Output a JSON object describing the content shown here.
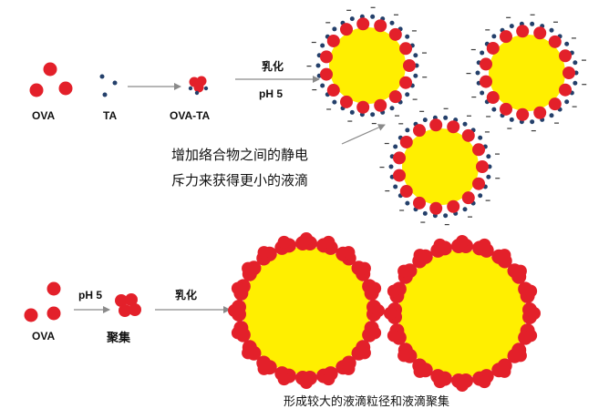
{
  "colors": {
    "protein_red": "#e3202a",
    "oil_yellow": "#ffef00",
    "ta_navy": "#24406b",
    "charge_dark": "#3a3a3a",
    "arrow_gray": "#8a8a8a"
  },
  "labels": {
    "ova_top": "OVA",
    "ta": "TA",
    "ova_ta": "OVA-TA",
    "emulsify_top": "乳化",
    "ph5_top": "pH 5",
    "annotation_line1": "增加络合物之间的静电",
    "annotation_line2": "斥力来获得更小的液滴",
    "ova_bottom": "OVA",
    "ph5_bottom": "pH 5",
    "aggregate": "聚集",
    "emulsify_bottom": "乳化",
    "bottom_caption": "形成较大的液滴粒径和液滴聚集"
  },
  "icons": [
    "ova-protein-icon",
    "ta-molecule-icon",
    "ova-ta-complex-icon",
    "charged-droplet-icon",
    "aggregated-droplet-icon"
  ]
}
